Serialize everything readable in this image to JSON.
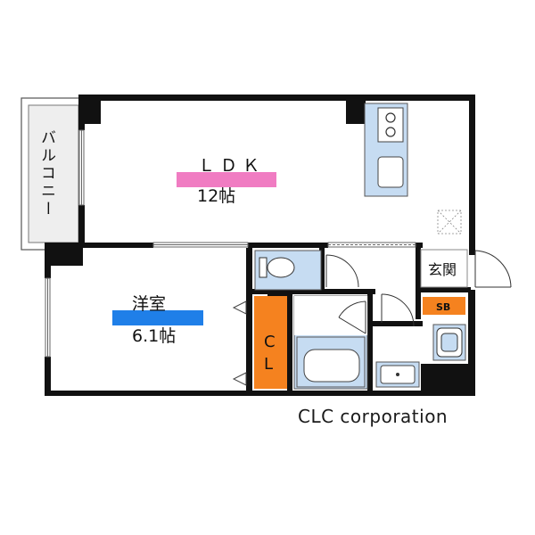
{
  "rooms": {
    "ldk": {
      "name": "ＬＤＫ",
      "size": "12帖"
    },
    "western": {
      "name": "洋室",
      "size": "6.1帖"
    },
    "balcony": {
      "name": "バルコニー"
    },
    "closet": {
      "name": "CL"
    },
    "entrance": {
      "name": "玄関"
    },
    "shoe_box": {
      "name": "SB"
    }
  },
  "company": "CLC corporation",
  "colors": {
    "ldk_band": "#f07cc2",
    "western_band": "#1f7fe8",
    "closet": "#f5821f",
    "fixture_blue": "#c6dcf2",
    "wall": "#111111"
  }
}
